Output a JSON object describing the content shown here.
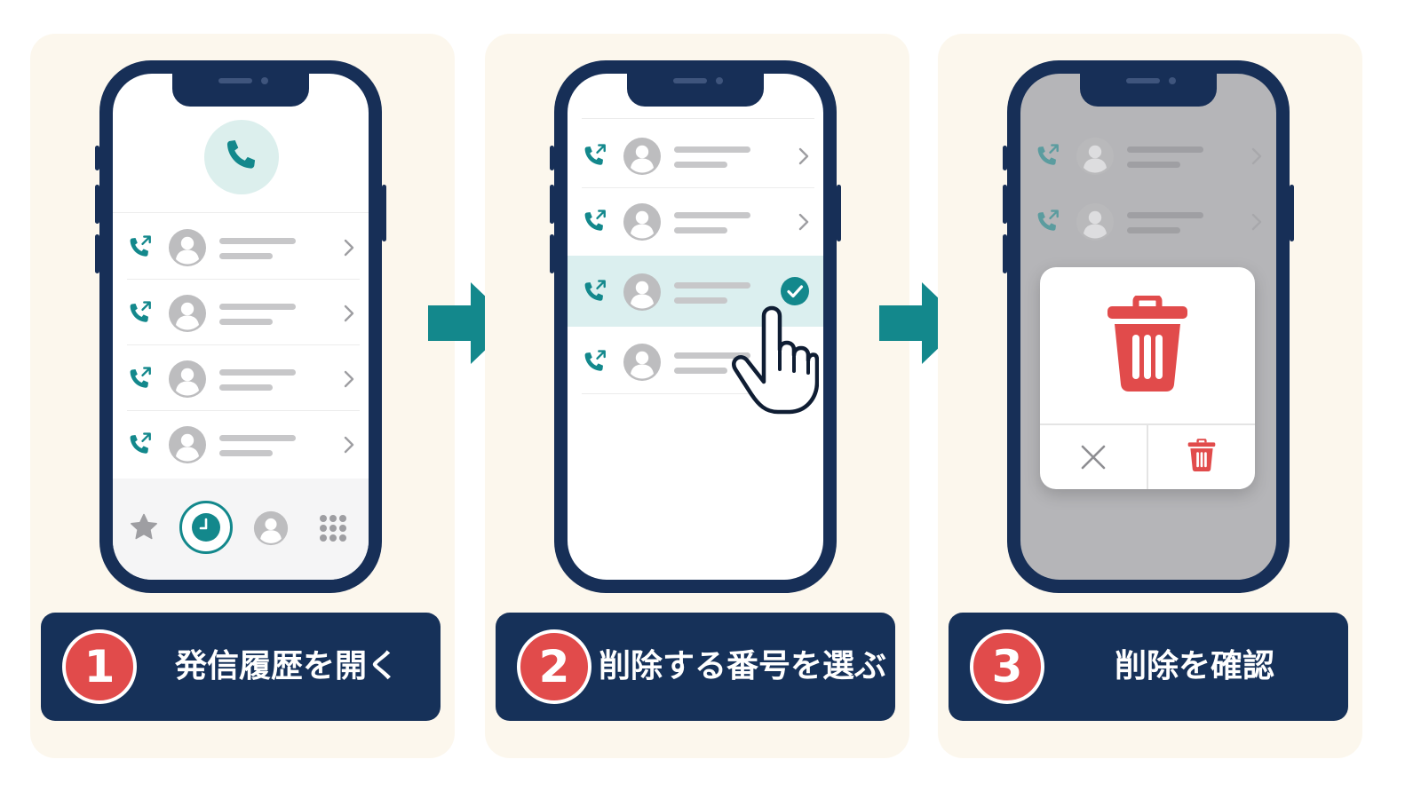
{
  "steps": [
    {
      "number": "1",
      "label": "発信履歴を開く"
    },
    {
      "number": "2",
      "label": "削除する番号を選ぶ"
    },
    {
      "number": "3",
      "label": "削除を確認"
    }
  ],
  "colors": {
    "navy": "#172f57",
    "teal": "#13888c",
    "red": "#e14b4b",
    "panel": "#fcf7ed",
    "highlight": "#dbefef"
  },
  "icons": [
    "phone-icon",
    "outgoing-call-icon",
    "avatar-icon",
    "chevron-right-icon",
    "star-icon",
    "clock-icon",
    "contact-icon",
    "keypad-icon",
    "check-icon",
    "pointing-hand-icon",
    "trash-icon",
    "close-icon",
    "arrow-right-icon"
  ]
}
